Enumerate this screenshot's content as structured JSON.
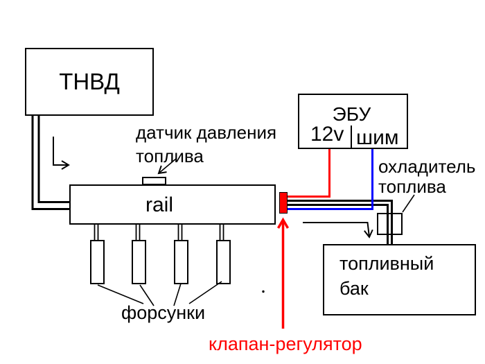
{
  "diagram": {
    "description": "diesel common-rail fuel system schematic",
    "background": "#ffffff",
    "colors": {
      "line": "#000000",
      "wire_12v": "#ff0000",
      "wire_pwm": "#0000ff",
      "valve_fill": "#ff0000",
      "valve_label_text": "#ff0000"
    },
    "boxes": {
      "pump": {
        "label": "ТНВД"
      },
      "rail": {
        "label": "rail"
      },
      "ecu": {
        "label": "ЭБУ",
        "pin_12v": "12v",
        "pin_pwm": "шим"
      },
      "tank": {
        "label_line1": "топливный",
        "label_line2": "бак"
      }
    },
    "labels": {
      "pressure_sensor_line1": "датчик давления",
      "pressure_sensor_line2": "топлива",
      "cooler_line1": "охладитель",
      "cooler_line2": "топлива",
      "injectors": "форсунки",
      "valve_regulator": "клапан-регулятор"
    }
  }
}
